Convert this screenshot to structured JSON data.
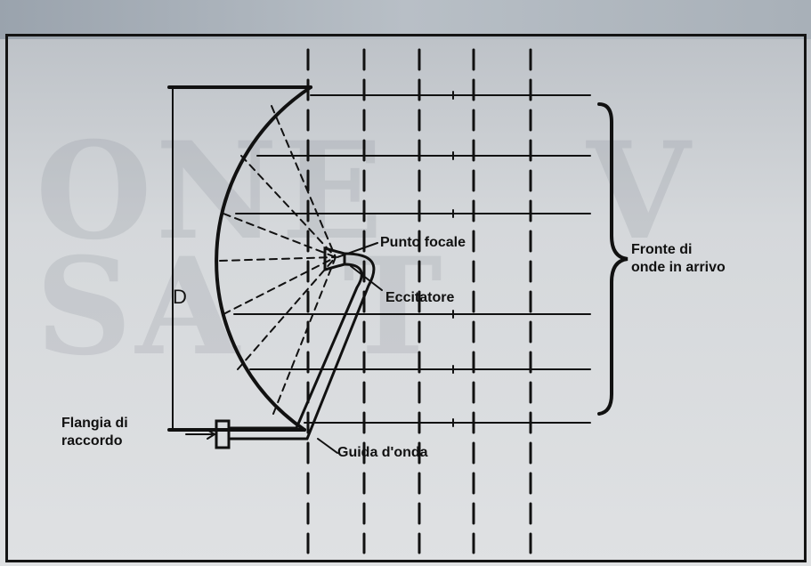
{
  "diagram": {
    "labels": {
      "dimension": "D",
      "focal_point": "Punto focale",
      "exciter": "Eccitatore",
      "wavefront_line1": "Fronte di",
      "wavefront_line2": "onde in arrivo",
      "flange_line1": "Flangia di",
      "flange_line2": "raccordo",
      "waveguide": "Guida d'onda"
    }
  },
  "colors": {
    "ink": "#111111",
    "paper": "#ffffff",
    "background": "#c9ccd0"
  }
}
